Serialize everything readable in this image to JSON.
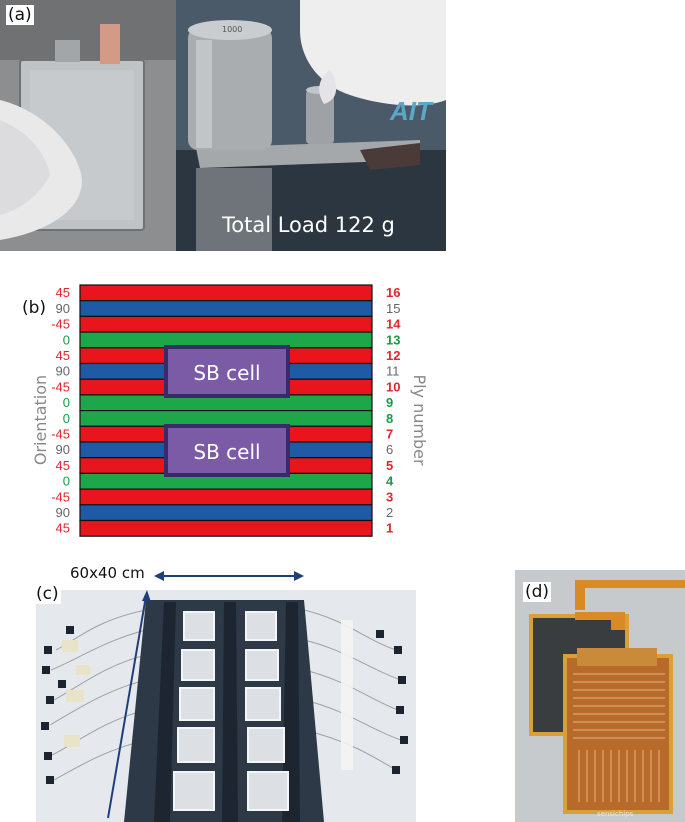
{
  "panels": {
    "a": {
      "label": "(a)",
      "load_text": "Total Load 122 g",
      "logo_text": "AIT",
      "weight_text": "1000"
    },
    "b": {
      "label": "(b)",
      "left_axis_label": "Orientation",
      "right_axis_label": "Ply number",
      "cell_label": "SB cell",
      "plies": [
        {
          "number": "16",
          "orientation": "45",
          "color": "#e8161c"
        },
        {
          "number": "15",
          "orientation": "90",
          "color": "#1f5aa6"
        },
        {
          "number": "14",
          "orientation": "-45",
          "color": "#e8161c"
        },
        {
          "number": "13",
          "orientation": "0",
          "color": "#1ea64a"
        },
        {
          "number": "12",
          "orientation": "45",
          "color": "#e8161c"
        },
        {
          "number": "11",
          "orientation": "90",
          "color": "#1f5aa6"
        },
        {
          "number": "10",
          "orientation": "-45",
          "color": "#e8161c"
        },
        {
          "number": "9",
          "orientation": "0",
          "color": "#1ea64a"
        },
        {
          "number": "8",
          "orientation": "0",
          "color": "#1ea64a"
        },
        {
          "number": "7",
          "orientation": "-45",
          "color": "#e8161c"
        },
        {
          "number": "6",
          "orientation": "90",
          "color": "#1f5aa6"
        },
        {
          "number": "5",
          "orientation": "45",
          "color": "#e8161c"
        },
        {
          "number": "4",
          "orientation": "0",
          "color": "#1ea64a"
        },
        {
          "number": "3",
          "orientation": "-45",
          "color": "#e8161c"
        },
        {
          "number": "2",
          "orientation": "90",
          "color": "#1f5aa6"
        },
        {
          "number": "1",
          "orientation": "45",
          "color": "#e8161c"
        }
      ],
      "colors": {
        "label_red": "#e0262c",
        "label_green": "#1a9a48",
        "label_gray": "#666666",
        "cell_fill": "#7b5aa6",
        "cell_border": "#3b2a6a"
      }
    },
    "c": {
      "label": "(c)",
      "dimension_text": "60x40 cm"
    },
    "d": {
      "label": "(d)",
      "brand_text": "sensichips"
    }
  }
}
